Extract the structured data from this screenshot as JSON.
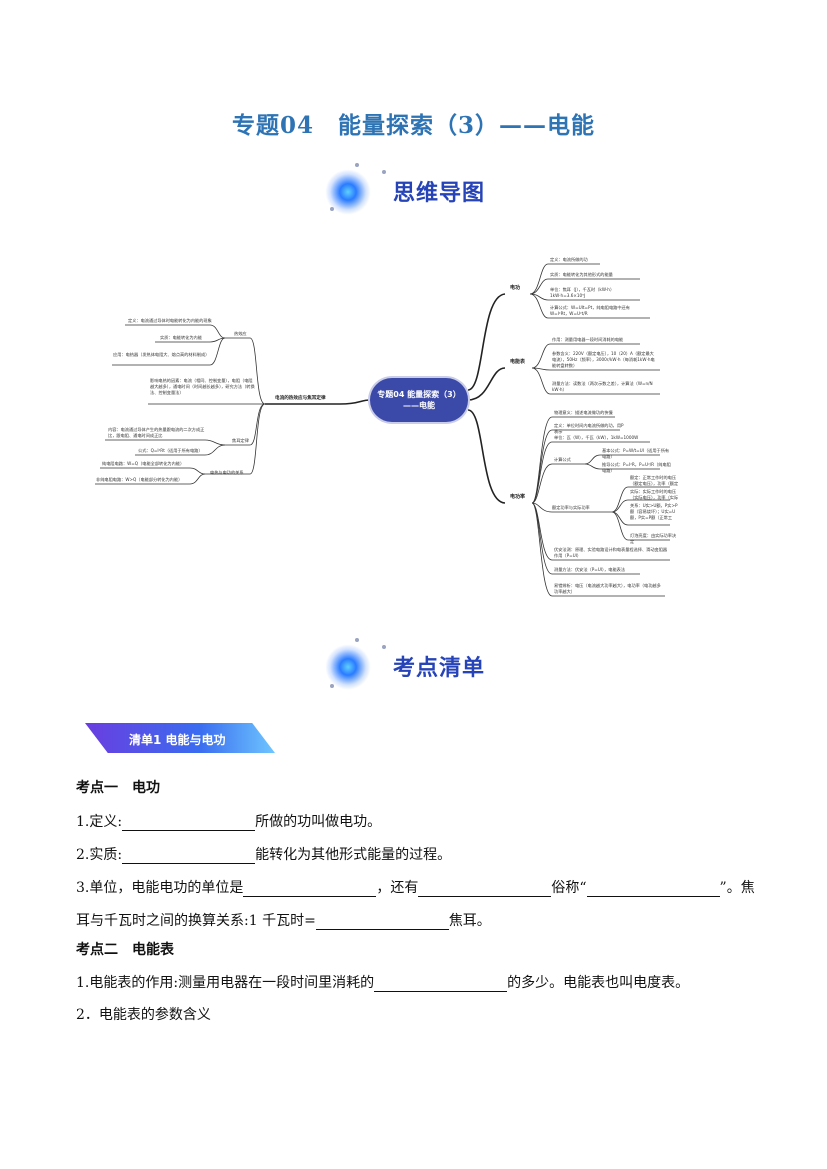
{
  "title": "专题04　能量探索（3）——电能",
  "banners": {
    "mindmap": "思维导图",
    "checklist": "考点清单"
  },
  "mindmap": {
    "center": "专题04 能量探索（3）——电能",
    "watermark": "",
    "right": {
      "work": {
        "label": "电功",
        "items": [
          "定义：电流所做的功",
          "实质：电能转化为其他形式的能量",
          "单位：焦耳（J），千瓦时（kW·h）1kW·h=3.6×10⁶J",
          "计算公式：W=UIt=Pt，纯电阻电路中还有W=I²Rt，W=U²t/R"
        ]
      },
      "meter": {
        "label": "电能表",
        "items": [
          "作用：测量用电器一段时间消耗的电能",
          "参数含义：220V（额定电压），10（20）A（额定最大电流），50Hz（频率），3000r/kW·h（每消耗1kW·h电能转盘转数）",
          "测量方法：读数法（两次示数之差），计算法（W=n/N kW·h）"
        ]
      },
      "power": {
        "label": "电功率",
        "items": [
          "物理意义：描述电流做功的快慢",
          "定义：单位时间内电流所做的功，用P表示",
          "单位：瓦（W），千瓦（kW），1kW=1000W"
        ],
        "formula": {
          "label": "计算公式",
          "items": [
            "基本公式：P=W/t=UI（适用于所有电路）",
            "推导公式：P=I²R，P=U²/R（纯电阻电路）"
          ]
        },
        "rated": {
          "label": "额定功率与实际功率",
          "items": [
            "额定：正常工作时的电压（额定电压），功率（额定功率）",
            "实际：实际工作时的电压（实际电压），功率（实际功率）",
            "关系：U实>U额，P实>P额（容易烧坏）；U实=U额，P实=P额（正常工作）；U实<U额，P实<P额（不能正常工作）",
            "灯泡亮度：由实际功率决定"
          ]
        },
        "more": [
          "伏安法测：原理、实验电路设计和电表量程选择、滑动变阻器作用（P=UI）",
          "测量方法：伏安法（P=UI），电能表法",
          "易错辨析：电压（电流越大功率越大），电功率（电功越多功率越大）"
        ]
      }
    },
    "left": {
      "label": "电流的热效应与焦耳定律",
      "heat": {
        "label": "热效应",
        "items": [
          "定义：电流通过导体时电能转化为内能的现象",
          "实质：电能转化为内能",
          "应用：电热器（发热体电阻大、熔点高的材料制成）"
        ]
      },
      "factors": "影响电热的因素：电流（相同、控制变量），电阻（电阻越大越多），通电时间（时间越长越多），研究方法（转换法、控制变量法）",
      "joule": {
        "label": "焦耳定律",
        "items": [
          "内容：电流通过导体产生的热量跟电流的二次方成正比，跟电阻、通电时间成正比",
          "公式：Q=I²Rt（适用于所有电路）"
        ]
      },
      "relation": {
        "label": "电热与电功的关系",
        "items": [
          "纯电阻电路：W=Q（电能全部转化为内能）",
          "非纯电阻电路：W>Q（电能部分转化为内能）"
        ]
      }
    }
  },
  "section_tag": "清单1  电能与电功",
  "content": {
    "point1": "考点一　电功",
    "l1a": "1.定义:",
    "l1b": "所做的功叫做电功。",
    "l2a": "2.实质:",
    "l2b": "能转化为其他形式能量的过程。",
    "l3a": "3.单位，电能电功的单位是",
    "l3b": "，还有",
    "l3c": "俗称“",
    "l3d": "”。焦",
    "l4a": "耳与千瓦时之间的换算关系:1 千瓦时=",
    "l4b": "焦耳。",
    "point2": "考点二　电能表",
    "l5a": "1.电能表的作用:测量用电器在一段时间里消耗的",
    "l5b": "的多少。电能表也叫电度表。",
    "l6": "2．电能表的参数含义"
  }
}
